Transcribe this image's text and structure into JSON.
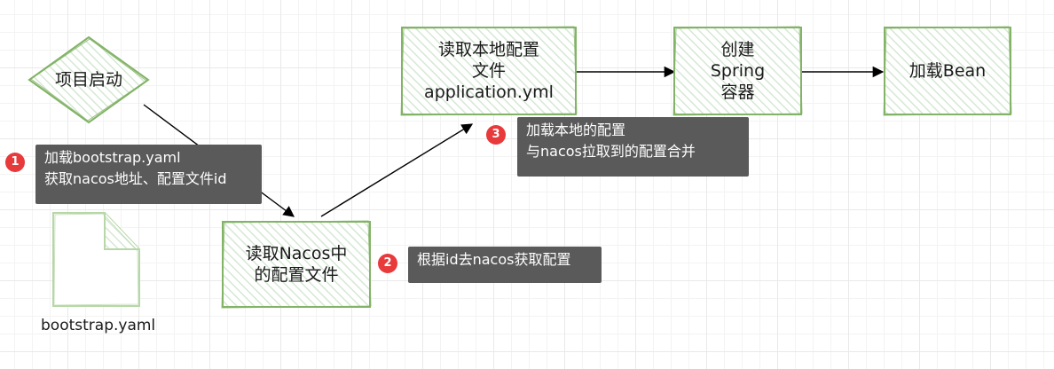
{
  "nodes": {
    "start": "项目启动",
    "read_nacos": "读取Nacos中\n的配置文件",
    "read_local": "读取本地配置\n文件\napplication.yml",
    "create_spring": "创建\nSpring\n容器",
    "load_bean": "加载Bean"
  },
  "annotations": {
    "step1": {
      "badge": "1",
      "text": "加载bootstrap.yaml\n获取nacos地址、配置文件id"
    },
    "step2": {
      "badge": "2",
      "text": "根据id去nacos获取配置"
    },
    "step3": {
      "badge": "3",
      "text": "加载本地的配置\n与nacos拉取到的配置合并"
    }
  },
  "file": {
    "label": "bootstrap.yaml",
    "icon": "file-icon"
  },
  "colors": {
    "node_stroke": "#82b366",
    "node_hatch": "#d5e8d4",
    "annotation_bg": "#5a5a5a",
    "badge_bg": "#e8393b",
    "edge": "#000000"
  }
}
